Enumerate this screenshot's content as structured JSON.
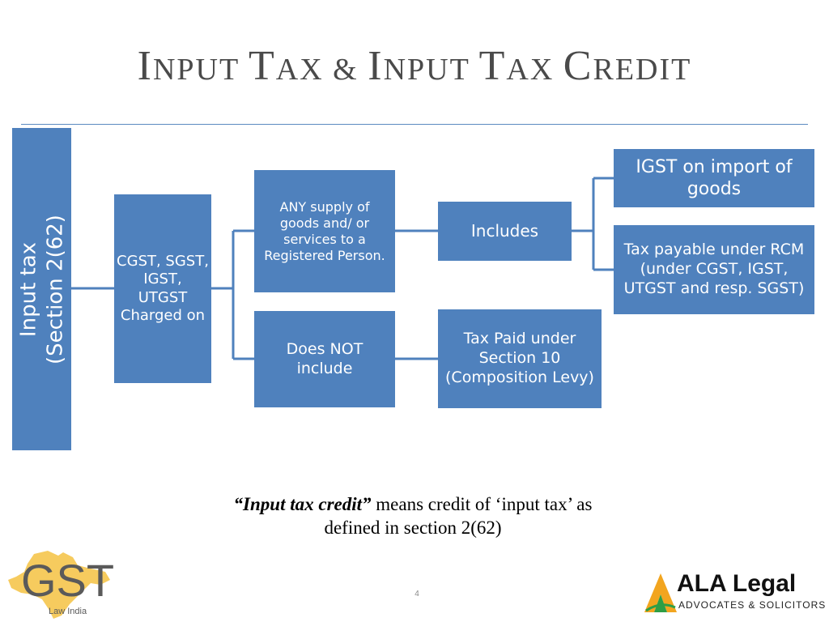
{
  "title": {
    "part1_initial": "I",
    "part1_rest": "NPUT ",
    "part2_initial": "T",
    "part2_rest": "AX & ",
    "part3_initial": "I",
    "part3_rest": "NPUT ",
    "part4_initial": "T",
    "part4_rest": "AX ",
    "part5_initial": "C",
    "part5_rest": "REDIT"
  },
  "diagram": {
    "root": "Input tax\n(Section 2(62)",
    "charged": "CGST, SGST,\nIGST,\nUTGST\nCharged on",
    "any_supply": "ANY supply of\ngoods and/ or\nservices to a\nRegistered Person.",
    "does_not_include": "Does NOT\ninclude",
    "includes": "Includes",
    "tax_section10": "Tax Paid under\nSection 10\n(Composition Levy)",
    "igst_import": "IGST on import of\ngoods",
    "tax_rcm": "Tax payable under RCM\n(under CGST, IGST,\nUTGST and resp. SGST)"
  },
  "definition": {
    "term": "“Input tax credit”",
    "line1_rest": " means credit of ‘input tax’ as",
    "line2": "defined in section 2(62)"
  },
  "page_number": "4",
  "logos": {
    "gst_name": "GST",
    "gst_sub": "Law India",
    "ala_name": "ALA Legal",
    "ala_tag": "ADVOCATES & SOLICITORS"
  },
  "colors": {
    "box": "#4f81bd",
    "connector": "#4f81bd",
    "title": "#4a4a4a"
  }
}
